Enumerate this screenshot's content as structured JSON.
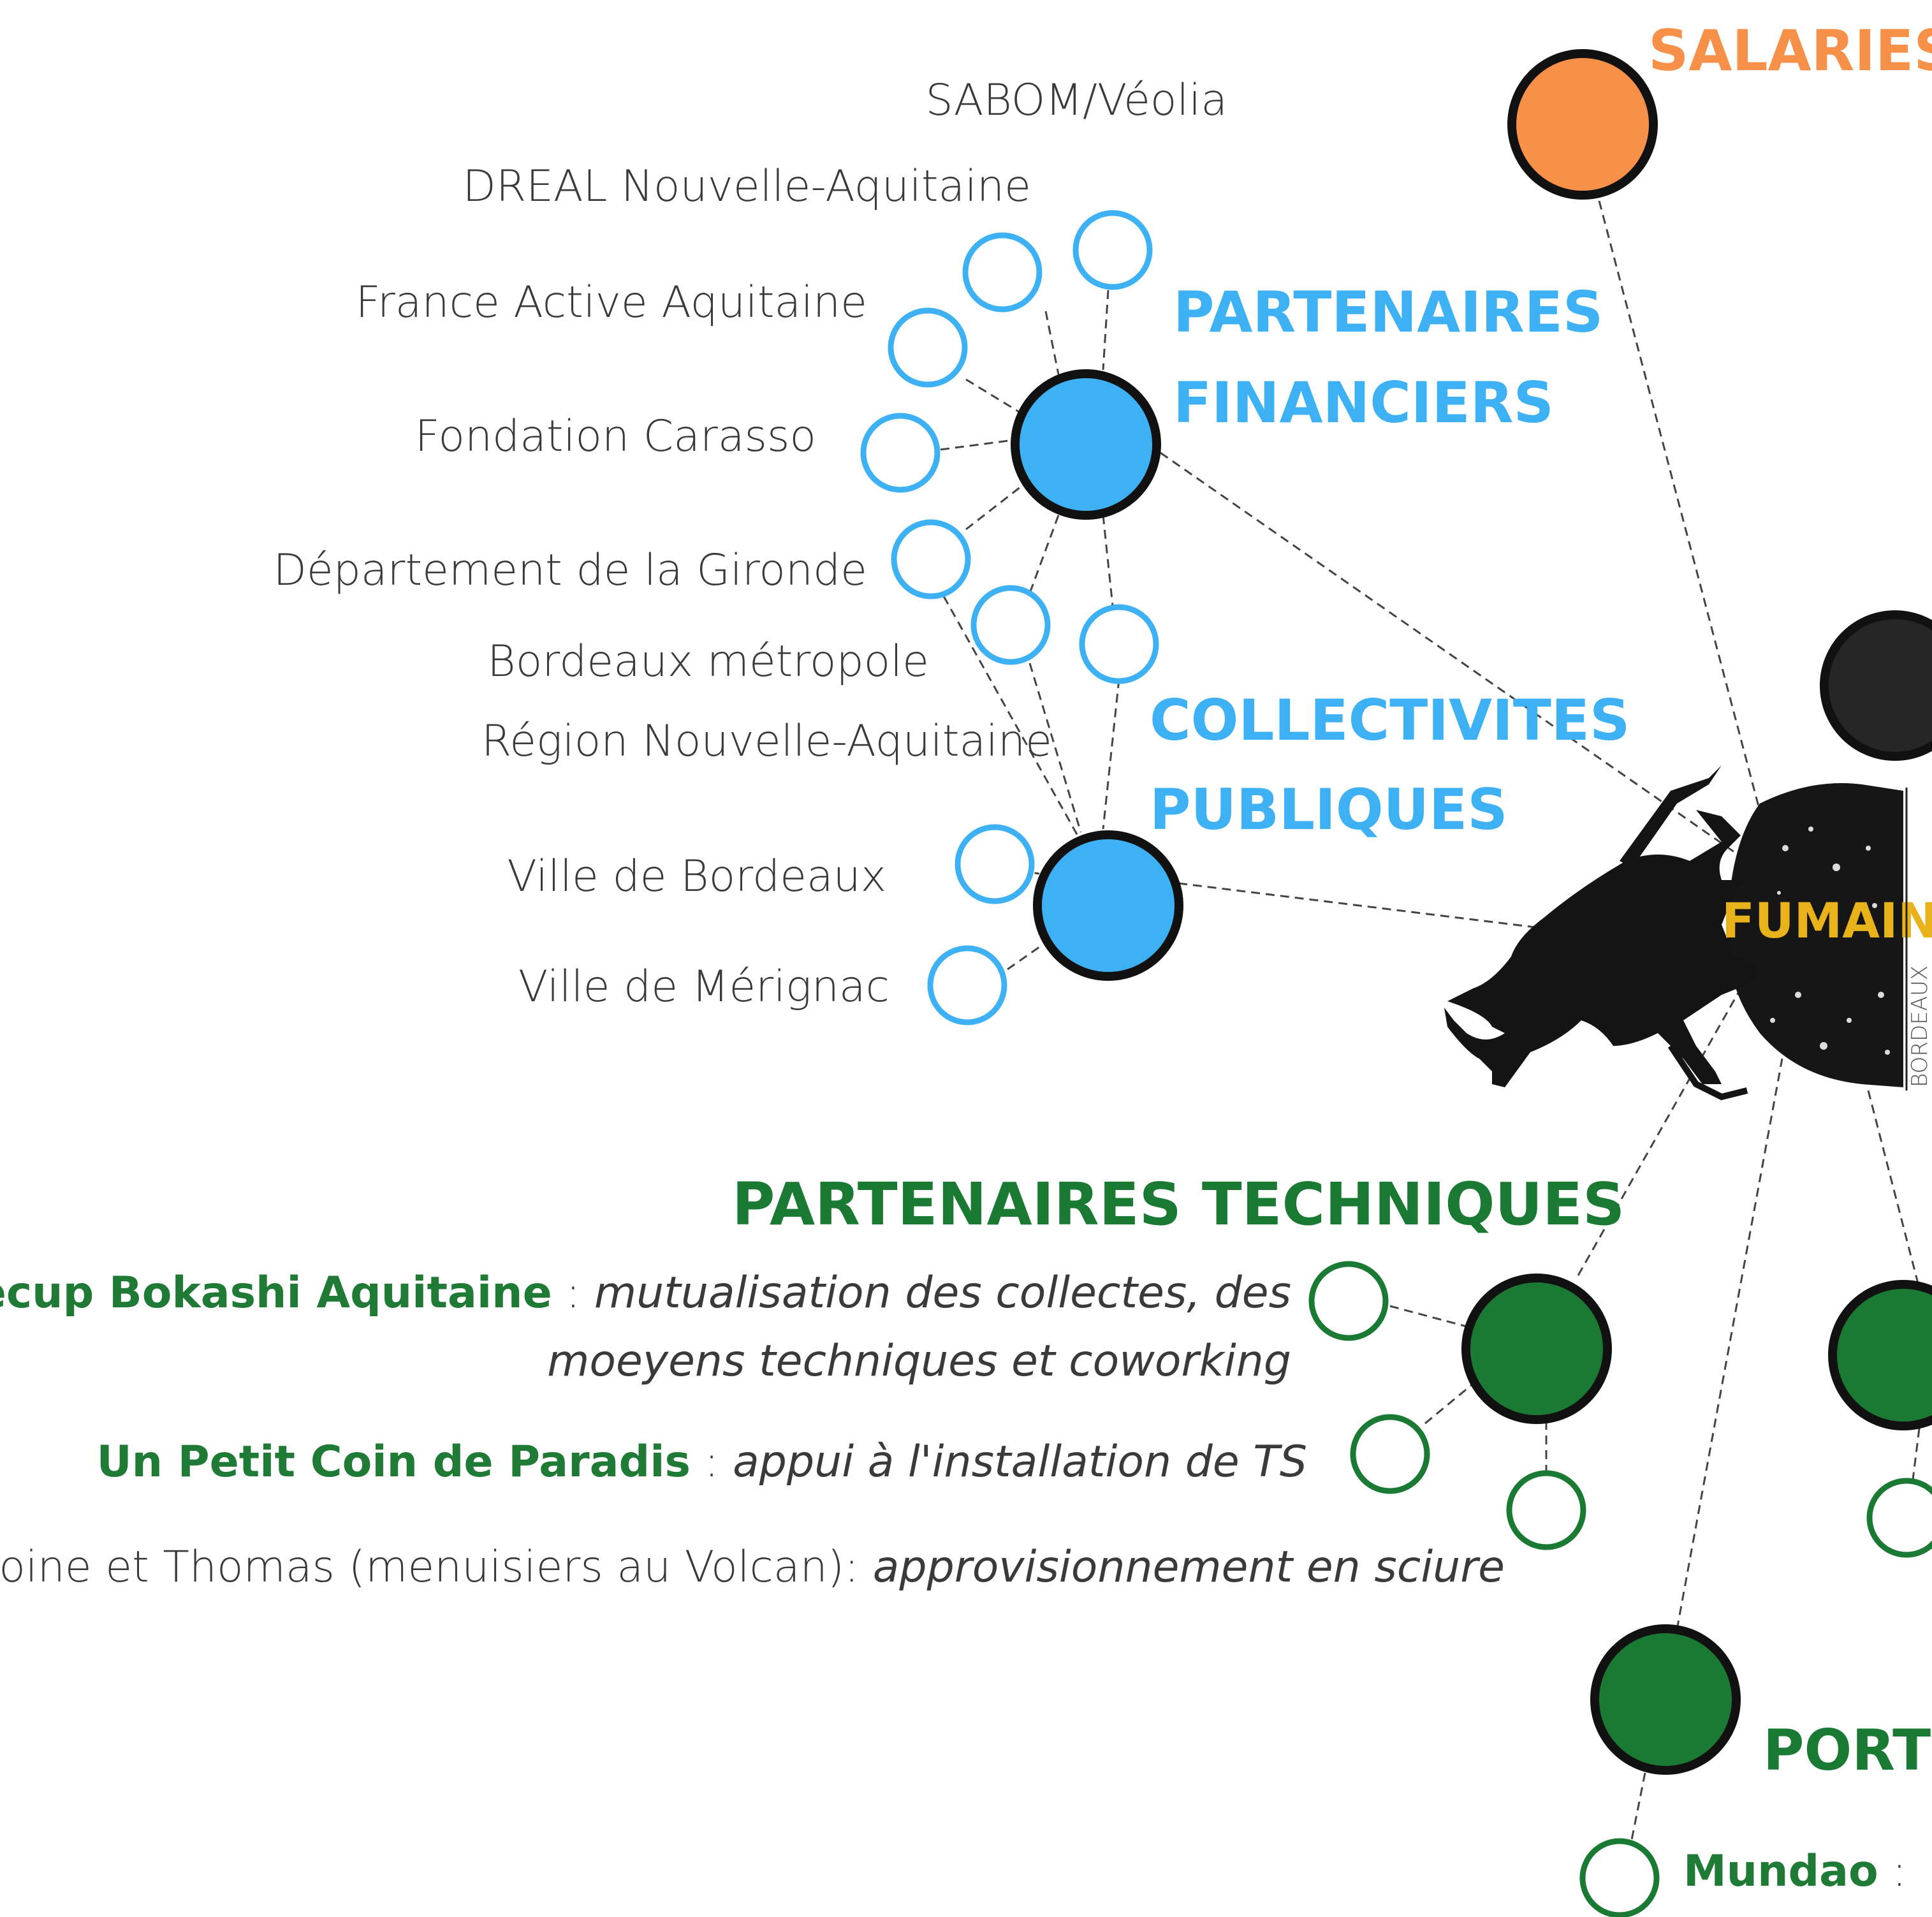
{
  "colors": {
    "salaries": "#f7914a",
    "financiers": "#3eb1f4",
    "techniques": "#1a7a33",
    "text": "#3a3a3a",
    "fumain": "#e8b21a",
    "ink": "#111111"
  },
  "headings": {
    "salaries": "SALARIES",
    "financiers_1": "PARTENAIRES",
    "financiers_2": "FINANCIERS",
    "collectivites_1": "COLLECTIVITES",
    "collectivites_2": "PUBLIQUES",
    "techniques": "PARTENAIRES TECHNIQUES",
    "port": "PORT"
  },
  "financiers": {
    "items": [
      "SABOM/Véolia",
      "DREAL Nouvelle-Aquitaine",
      "France Active Aquitaine",
      "Fondation Carasso",
      "Département de la Gironde"
    ]
  },
  "collectivites": {
    "items": [
      "Bordeaux métropole",
      "Région Nouvelle-Aquitaine",
      "Ville de Bordeaux",
      "Ville de Mérignac"
    ]
  },
  "techniques": {
    "items": [
      {
        "name": "Recup Bokashi Aquitaine",
        "sep": " : ",
        "desc_1": "mutualisation des collectes, des",
        "desc_2": "moeyens techniques et coworking"
      },
      {
        "name": "Un Petit Coin de Paradis",
        "sep": " : ",
        "desc_1": "appui à l'installation de TS"
      },
      {
        "name": "Antoine et Thomas (menuisiers au Volcan): ",
        "desc_1": "approvisionnement en sciure"
      }
    ]
  },
  "port": {
    "item_name": "Mundao",
    "item_sep": " : "
  },
  "logo": {
    "text": "FUMAIN",
    "side_text": "BORDEAUX"
  }
}
